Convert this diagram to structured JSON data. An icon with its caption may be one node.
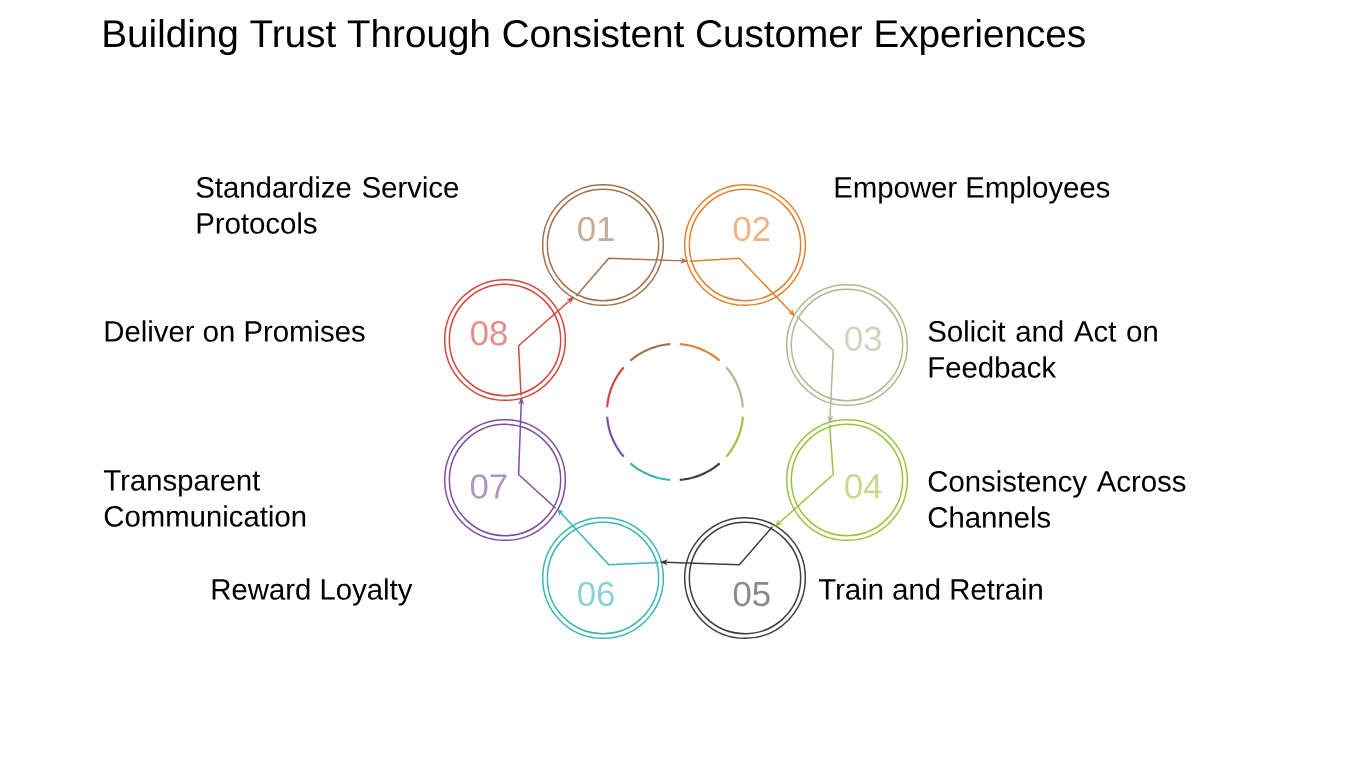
{
  "diagram": {
    "title": "Building Trust Through Consistent Customer Experiences",
    "nodes": [
      {
        "text": [
          "01"
        ]
      },
      {
        "text": [
          "02"
        ]
      },
      {
        "text": [
          "03"
        ]
      },
      {
        "text": [
          "04"
        ]
      },
      {
        "text": [
          "05"
        ]
      },
      {
        "text": [
          "06"
        ]
      },
      {
        "text": [
          "07"
        ]
      },
      {
        "text": [
          "08"
        ]
      }
    ],
    "edges": [
      {
        "from": 0,
        "to": 1,
        "arrow": "to",
        "color": "#a0714a"
      },
      {
        "from": 1,
        "to": 2,
        "arrow": "to",
        "color": "#e2802f"
      },
      {
        "from": 2,
        "to": 3,
        "arrow": "to",
        "color": "#b5b58f"
      },
      {
        "from": 3,
        "to": 4,
        "arrow": "to",
        "color": "#9bc23c"
      },
      {
        "from": 4,
        "to": 5,
        "arrow": "to",
        "color": "#3c3c3c"
      },
      {
        "from": 5,
        "to": 6,
        "arrow": "to",
        "color": "#3bb4b4"
      },
      {
        "from": 6,
        "to": 7,
        "arrow": "to",
        "color": "#7b4f9d"
      },
      {
        "from": 7,
        "to": 0,
        "arrow": "to",
        "color": "#d2453a"
      }
    ],
    "labels": [
      "Standardize Service Protocols",
      "Empower Employees",
      "Deliver on Promises",
      "Solicit and Act on Feedback",
      "Transparent Communication",
      "Consistency Across Channels",
      "Reward Loyalty",
      "Train and Retrain"
    ]
  }
}
